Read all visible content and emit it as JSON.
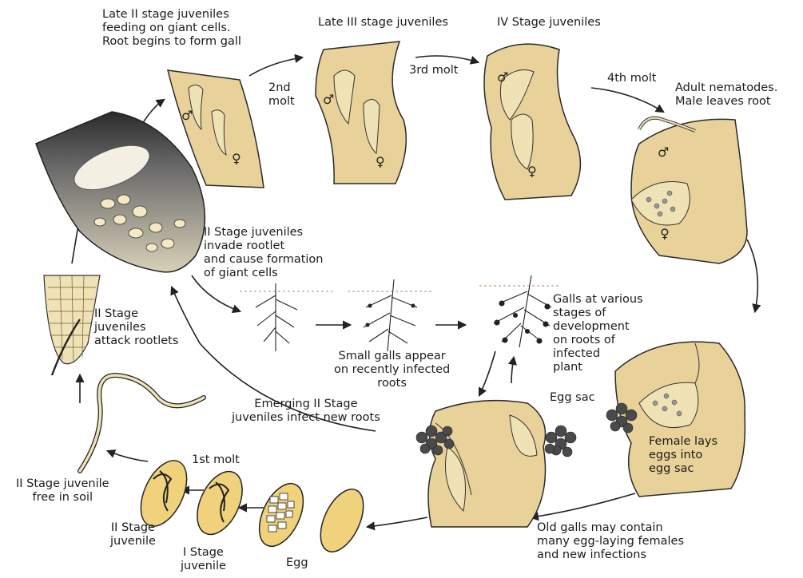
{
  "colors": {
    "gall_fill": "#e8d29a",
    "gall_stroke": "#2a2a2a",
    "worm_fill": "#efe2b4",
    "egg_fill": "#f0d27c",
    "egg_mass": "#4a4a4a"
  },
  "labels": {
    "late_ii": "Late II stage juveniles\nfeeding on giant cells.\nRoot begins to form gall",
    "late_iii": "Late III stage juveniles",
    "iv_stage": "IV Stage juveniles",
    "molt_2": "2nd\nmolt",
    "molt_3": "3rd molt",
    "molt_4": "4th molt",
    "adult": "Adult nematodes.\nMale leaves root",
    "invade": "II Stage juveniles\ninvade rootlet\nand cause formation\nof giant cells",
    "attack": "II Stage\njuveniles\nattack rootlets",
    "small_galls": "Small galls appear\non recently infected\nroots",
    "galls_various": "Galls at various\nstages of\ndevelopment\non roots of\ninfected\nplant",
    "emerging": "Emerging II Stage\njuveniles infect new roots",
    "egg_sac": "Egg sac",
    "female_lays": "Female lays\neggs into\negg sac",
    "molt_1": "1st molt",
    "free_soil": "II Stage juvenile\nfree in soil",
    "ii_juvenile": "II Stage\njuvenile",
    "i_juvenile": "I Stage\njuvenile",
    "egg": "Egg",
    "old_galls": "Old galls may contain\nmany egg-laying females\nand new infections"
  },
  "symbols": {
    "male": "♂",
    "female": "♀"
  }
}
